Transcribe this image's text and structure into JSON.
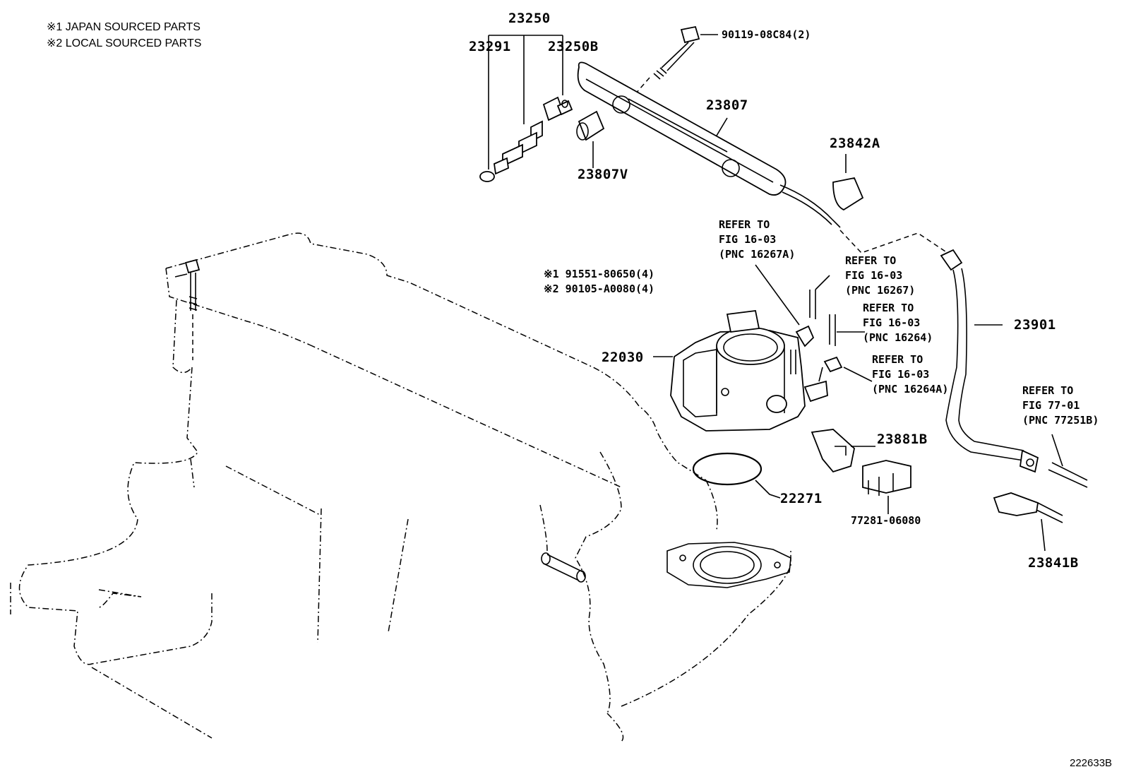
{
  "notes": {
    "line1": "※1 JAPAN SOURCED PARTS",
    "line2": "※2 LOCAL SOURCED PARTS"
  },
  "labels": {
    "p23250": "23250",
    "p23291": "23291",
    "p23250B": "23250B",
    "p90119": "90119-08C84(2)",
    "p23807": "23807",
    "p23807V": "23807V",
    "p23842A": "23842A",
    "p91551": "※1 91551-80650(4)",
    "p90105": "※2 90105-A0080(4)",
    "p22030": "22030",
    "p23901": "23901",
    "p23881B": "23881B",
    "p22271": "22271",
    "p77281": "77281-06080",
    "p23841B": "23841B"
  },
  "refs": {
    "r1": [
      "REFER TO",
      "FIG 16-03",
      "(PNC 16267A)"
    ],
    "r2": [
      "REFER TO",
      "FIG 16-03",
      "(PNC 16267)"
    ],
    "r3": [
      "REFER TO",
      "FIG 16-03",
      "(PNC 16264)"
    ],
    "r4": [
      "REFER TO",
      "FIG 16-03",
      "(PNC 16264A)"
    ],
    "r5": [
      "REFER TO",
      "FIG 77-01",
      "(PNC 77251B)"
    ]
  },
  "figure_code": "222633B"
}
